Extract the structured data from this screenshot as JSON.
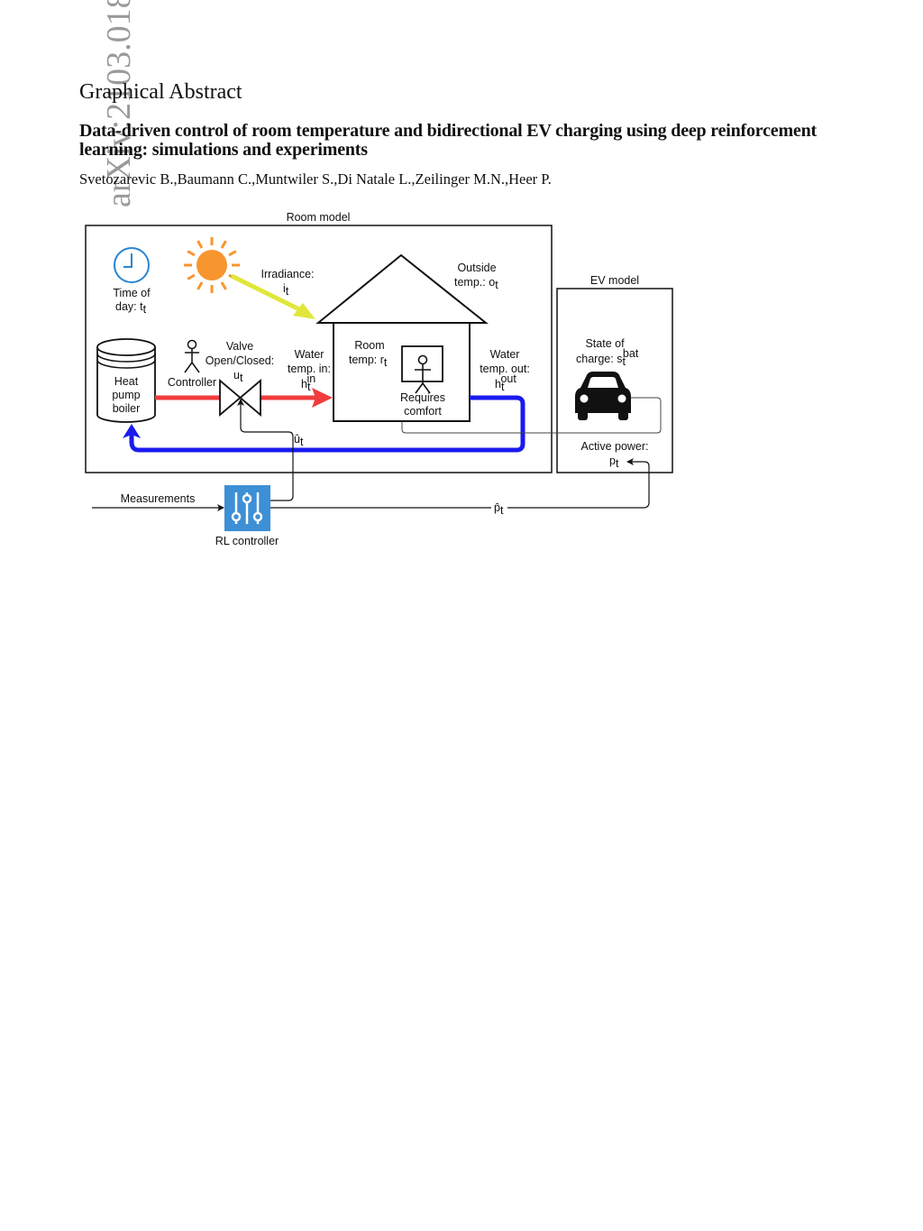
{
  "sidebar_stamp": "arXiv:2103.018",
  "heading": "Graphical Abstract",
  "title": "Data-driven control of room temperature and bidirectional EV charging using deep reinforcement learning: simulations and experiments",
  "authors": "Svetozarevic B.,Baumann C.,Muntwiler S.,Di Natale L.,Zeilinger M.N.,Heer P.",
  "diagram": {
    "room_model_label": "Room model",
    "ev_model_label": "EV model",
    "time_of_day": {
      "line1": "Time of",
      "line2": "day:",
      "symbol": "t",
      "sub": "t"
    },
    "irradiance": {
      "line1": "Irradiance:",
      "symbol": "i",
      "sub": "t"
    },
    "outside_temp": {
      "line1": "Outside",
      "line2": "temp.:",
      "symbol": "o",
      "sub": "t"
    },
    "room_temp": {
      "line1": "Room",
      "line2": "temp:",
      "symbol": "r",
      "sub": "t"
    },
    "requires_comfort": {
      "line1": "Requires",
      "line2": "comfort"
    },
    "boiler": {
      "line1": "Heat",
      "line2": "pump",
      "line3": "boiler"
    },
    "controller_label": "Controller",
    "valve": {
      "line1": "Valve",
      "line2": "Open/Closed:",
      "symbol": "u",
      "sub": "t"
    },
    "water_in": {
      "line1": "Water",
      "line2": "temp. in:",
      "symbol": "h",
      "sub": "t",
      "sup": "in"
    },
    "water_out": {
      "line1": "Water",
      "line2": "temp. out:",
      "symbol": "h",
      "sub": "t",
      "sup": "out"
    },
    "state_of_charge": {
      "line1": "State of",
      "line2": "charge:",
      "symbol": "s",
      "sub": "t",
      "sup": "bat"
    },
    "active_power": {
      "line1": "Active power:",
      "symbol": "p",
      "sub": "t"
    },
    "u_hat": {
      "symbol": "û",
      "sub": "t"
    },
    "p_hat": {
      "symbol": "p̂",
      "sub": "t"
    },
    "measurements_label": "Measurements",
    "rl_controller_label": "RL controller",
    "colors": {
      "hot_water": "#f03c3c",
      "cold_water": "#1a1aee",
      "sun": "#f7952f",
      "irradiance_arrow": "#e2e63a",
      "clock": "#2a86d1",
      "rl_box": "#3d8fd6"
    }
  }
}
